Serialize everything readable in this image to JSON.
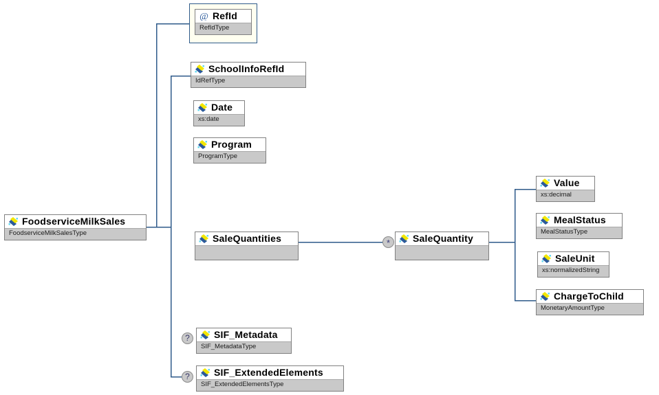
{
  "diagram": {
    "kind": "xsd-schema-tree",
    "background_color": "#ffffff",
    "line_color": "#2e5a8a",
    "type_bar_color": "#c9c9c9",
    "attribute_highlight_fill": "#fffff0",
    "root": {
      "name": "FoodserviceMilkSales",
      "type": "FoodserviceMilkSalesType",
      "icon": "element-icon"
    },
    "attributes": [
      {
        "name": "RefId",
        "type": "RefIdType",
        "icon": "attribute-icon",
        "highlighted": true
      }
    ],
    "children": [
      {
        "name": "SchoolInfoRefId",
        "type": "IdRefType",
        "icon": "element-icon",
        "occurrence": ""
      },
      {
        "name": "Date",
        "type": "xs:date",
        "icon": "element-icon",
        "occurrence": ""
      },
      {
        "name": "Program",
        "type": "ProgramType",
        "icon": "element-icon",
        "occurrence": ""
      },
      {
        "name": "SaleQuantities",
        "type": "",
        "icon": "element-icon",
        "occurrence": ""
      },
      {
        "name": "SIF_Metadata",
        "type": "SIF_MetadataType",
        "icon": "element-icon",
        "occurrence": "?"
      },
      {
        "name": "SIF_ExtendedElements",
        "type": "SIF_ExtendedElementsType",
        "icon": "element-icon",
        "occurrence": "?"
      }
    ],
    "sale_quantity": {
      "name": "SaleQuantity",
      "type": "",
      "icon": "element-icon",
      "occurrence": "*"
    },
    "sale_quantity_children": [
      {
        "name": "Value",
        "type": "xs:decimal",
        "icon": "element-icon"
      },
      {
        "name": "MealStatus",
        "type": "MealStatusType",
        "icon": "element-icon"
      },
      {
        "name": "SaleUnit",
        "type": "xs:normalizedString",
        "icon": "element-icon"
      },
      {
        "name": "ChargeToChild",
        "type": "MonetaryAmountType",
        "icon": "element-icon"
      }
    ],
    "badges": {
      "optional": "?",
      "unbounded": "*"
    }
  }
}
